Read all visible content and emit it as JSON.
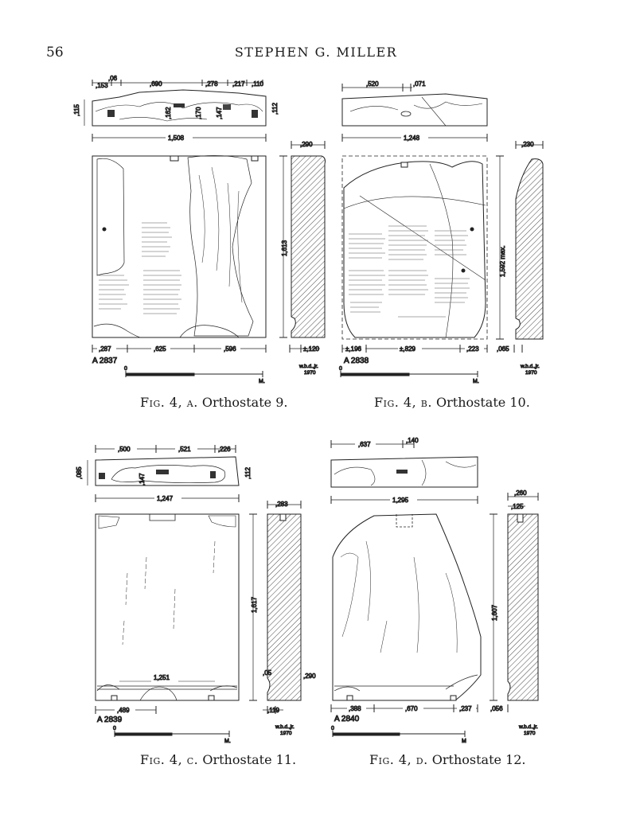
{
  "header": {
    "page_number": "56",
    "running_head": "STEPHEN G. MILLER"
  },
  "figures": [
    {
      "catalog": "A 2837",
      "caption_prefix": "Fig. 4, a.",
      "caption_title": "Orthostate 9.",
      "signature": [
        "w.b.d.,jr.",
        "1970"
      ],
      "scale": {
        "start": "0",
        "end": "M."
      },
      "dims": {
        "top_1": ",153",
        "top_2": ",06",
        "top_3": ",690",
        "top_4": ",278",
        "top_5": ",217",
        "top_6": ",110",
        "depth_left": ",115",
        "depth_right": ",112",
        "inner_1": ",162",
        "inner_2": ",170",
        "inner_3": ",147",
        "width": "1,508",
        "height": "1,613",
        "thickness": ",290",
        "bottom_1": ",287",
        "bottom_2": ",625",
        "bottom_3": ",596",
        "foot": "±,120"
      }
    },
    {
      "catalog": "A 2838",
      "caption_prefix": "Fig. 4, b.",
      "caption_title": "Orthostate 10.",
      "signature": [
        "w.b.d.,jr.",
        "1970"
      ],
      "scale": {
        "start": "0",
        "end": "M."
      },
      "dims": {
        "top_1": ",520",
        "top_2": ",071",
        "width": "1,248",
        "height": "1,592 max.",
        "thickness": ",230",
        "bottom_1": "±,196",
        "bottom_2": "±,829",
        "bottom_3": ",223",
        "foot": ",065"
      }
    },
    {
      "catalog": "A 2839",
      "caption_prefix": "Fig. 4, c.",
      "caption_title": "Orthostate 11.",
      "signature": [
        "w.b.d.,jr.",
        "1970"
      ],
      "scale": {
        "start": "0",
        "end": "M."
      },
      "dims": {
        "top_1": ",500",
        "top_2": ",521",
        "top_3": ",226",
        "depth_left": ",085",
        "inner_1": ",147",
        "depth_right": ",112",
        "width": "1,247",
        "height": "1,617",
        "thickness": ",283",
        "inner_width": "1,251",
        "bottom_1": ",489",
        "side_1": ",05",
        "side_2": ",290",
        "foot": ",119"
      }
    },
    {
      "catalog": "A 2840",
      "caption_prefix": "Fig. 4, d.",
      "caption_title": "Orthostate 12.",
      "signature": [
        "w.b.d.,jr.",
        "1970"
      ],
      "scale": {
        "start": "0",
        "end": "M"
      },
      "dims": {
        "top_1": ",637",
        "top_2": ",140",
        "width": "1,295",
        "height": "1,607",
        "thickness": ",260",
        "thickness_inner": ",125",
        "bottom_1": ",388",
        "bottom_2": ",670",
        "bottom_3": ",237",
        "foot": ",056"
      }
    }
  ]
}
